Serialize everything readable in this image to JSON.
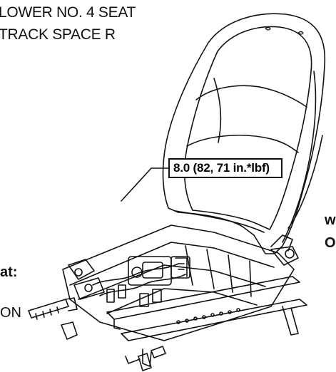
{
  "labels": {
    "part_line_1": "LOWER NO. 4 SEAT",
    "part_line_2": "TRACK SPACE R",
    "torque_value": "8.0 (82, 71 in.*lbf)",
    "right_fragment_1": "w",
    "right_fragment_2": "O",
    "left_fragment_1": "at:",
    "left_fragment_2": "ON"
  },
  "colors": {
    "line": "#111111",
    "background": "#ffffff"
  }
}
